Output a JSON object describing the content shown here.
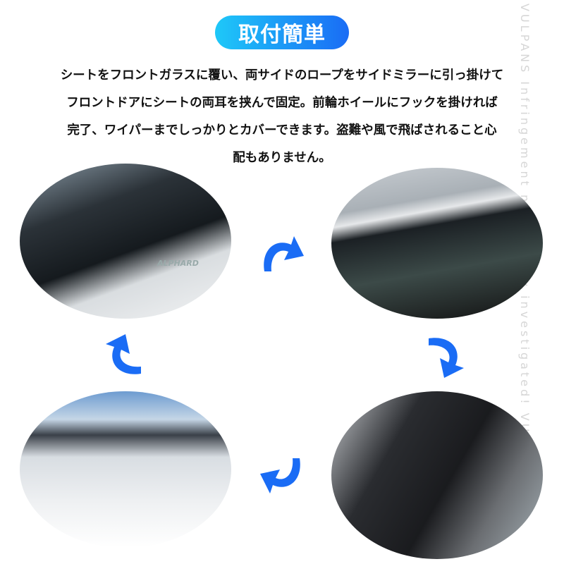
{
  "title": "取付簡単",
  "description": [
    "シートをフロントガラスに覆い、両サイドのロープをサイドミラーに引っ掛けて",
    "フロントドアにシートの両耳を挟んで固定。前輪ホイールにフックを掛ければ",
    "完了、ワイパーまでしっかりとカバーできます。盗難や風で飛ばされること心",
    "配もありません。"
  ],
  "photos": [
    {
      "name": "side-door-strap-photo",
      "label": "ALPHARD"
    },
    {
      "name": "window-cover-edge-photo"
    },
    {
      "name": "wheel-hook-photo"
    },
    {
      "name": "covered-windshield-snow-photo"
    }
  ],
  "colors": {
    "accent_start": "#1ec8f8",
    "accent_end": "#1a6cf5",
    "arrow": "#1a6cf5"
  },
  "watermark": "VULPANS Infringement necessarily investigated! VULPANS"
}
